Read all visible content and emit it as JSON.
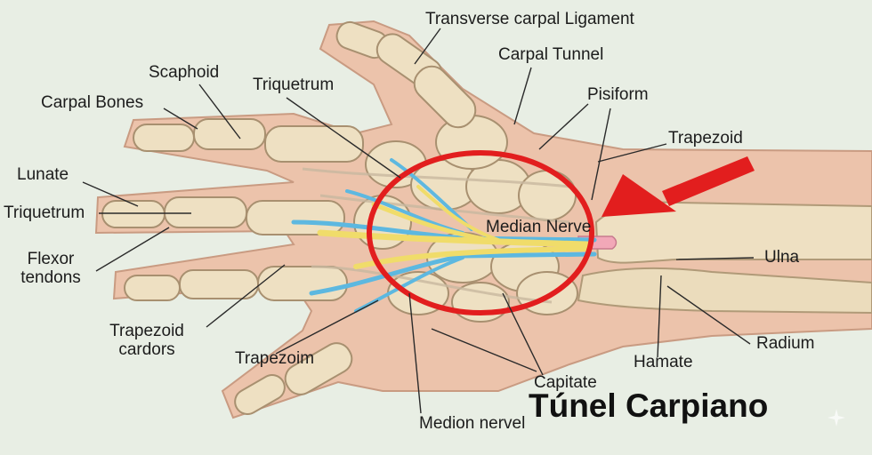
{
  "diagram": {
    "title": "Túnel Carpiano",
    "labels": {
      "transverse_carpal_ligament": "Transverse carpal Ligament",
      "carpal_tunnel": "Carpal Tunnel",
      "scaphoid": "Scaphoid",
      "triquetrum_top": "Triquetrum",
      "carpal_bones": "Carpal Bones",
      "pisiform": "Pisiform",
      "trapezoid_right": "Trapezoid",
      "lunate": "Lunate",
      "triquetrum_left": "Triquetrum",
      "median_nerve": "Median Nerve",
      "flexor_tendons_1": "Flexor",
      "flexor_tendons_2": "tendons",
      "ulna": "Ulna",
      "trapezoid_cardors_1": "Trapezoid",
      "trapezoid_cardors_2": "cardors",
      "radium": "Radium",
      "trapezoim": "Trapezoim",
      "hamate": "Hamate",
      "capitate": "Capitate",
      "medion_nerve": "Medion nervel"
    },
    "colors": {
      "background": "#e8eee4",
      "skin": "#ecc3ab",
      "bone": "#eee0c2",
      "nerve_yellow": "#f0dc6a",
      "nerve_blue": "#5db8e0",
      "highlight_red": "#e21e1e",
      "radius_pink": "#f2a8b8"
    }
  }
}
